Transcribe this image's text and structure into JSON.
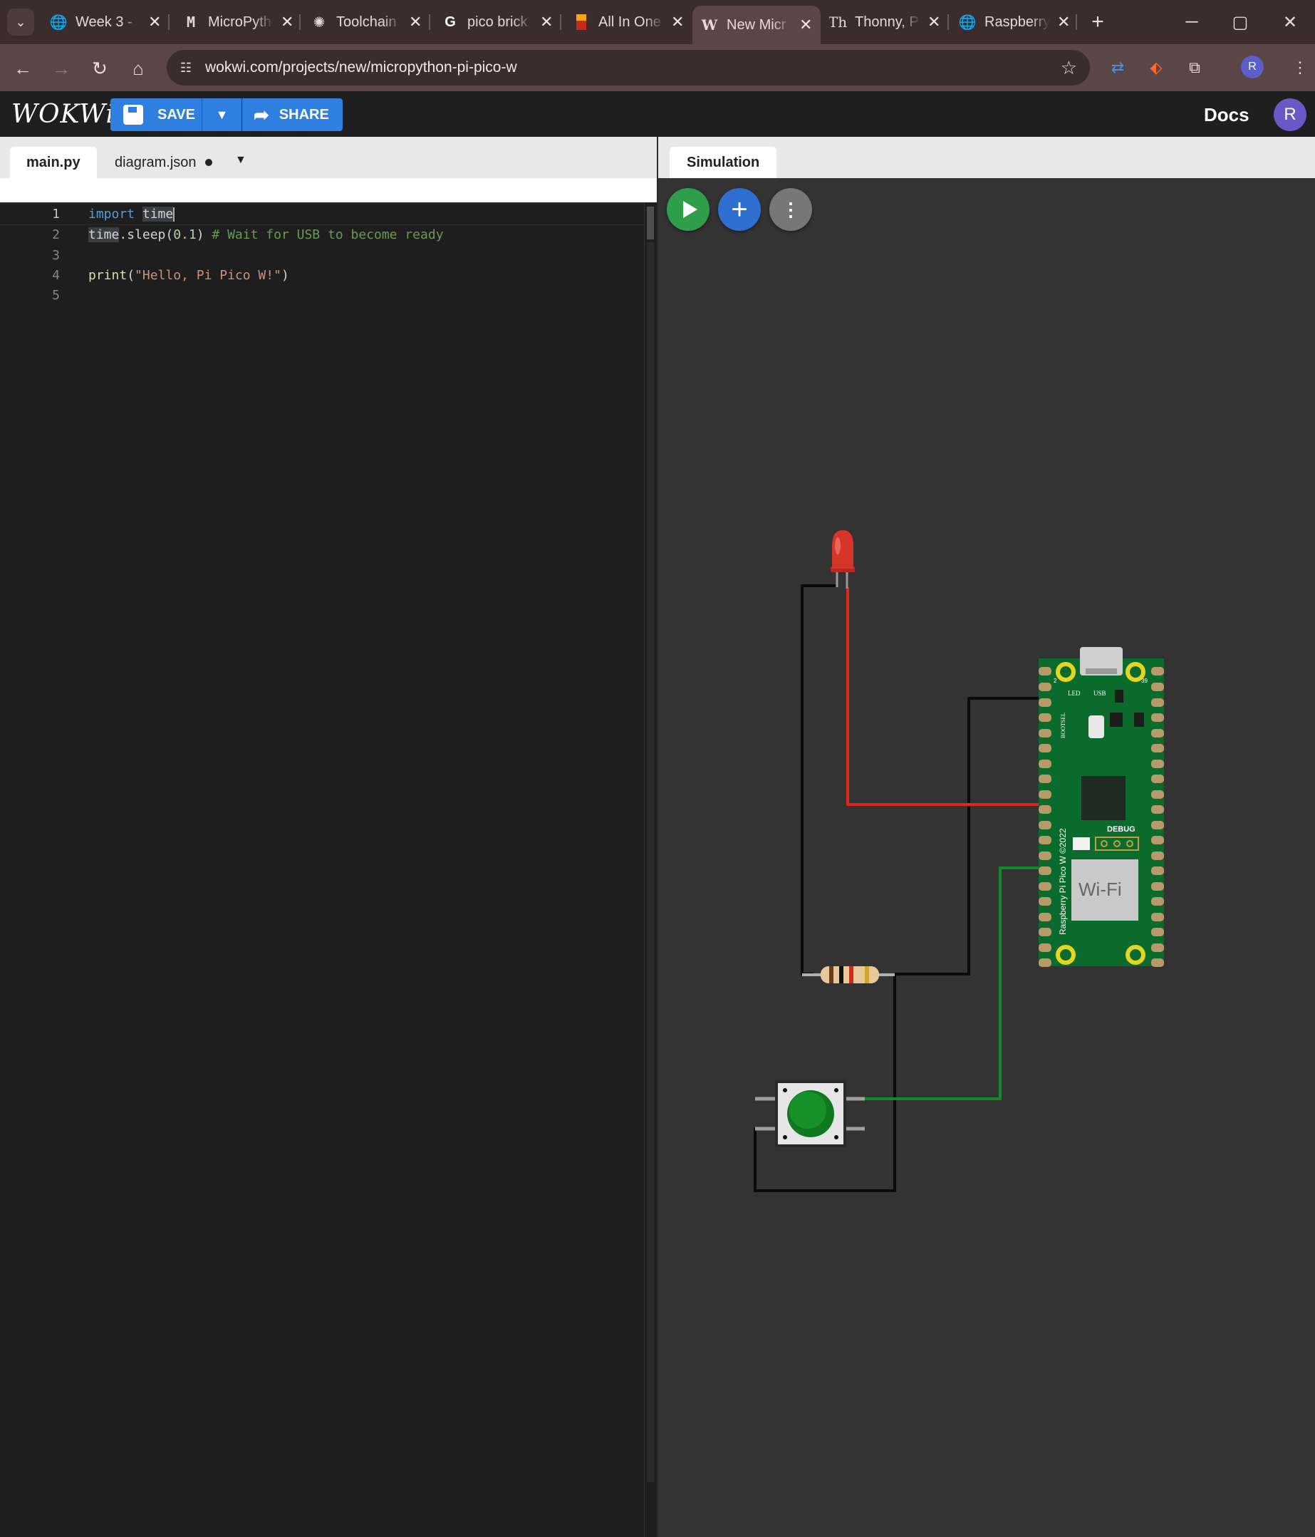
{
  "browser": {
    "tabs": [
      {
        "title": "Week 3 -",
        "icon": "globe-icon"
      },
      {
        "title": "MicroPyth",
        "icon": "micropython-icon"
      },
      {
        "title": "Toolchain",
        "icon": "openai-icon"
      },
      {
        "title": "pico brick",
        "icon": "google-icon"
      },
      {
        "title": "All In One",
        "icon": "bookmark-icon"
      },
      {
        "title": "New Micr",
        "icon": "wokwi-icon"
      },
      {
        "title": "Thonny, P",
        "icon": "thonny-icon"
      },
      {
        "title": "Raspberry",
        "icon": "globe-icon"
      }
    ],
    "active_tab_index": 5,
    "url": "wokwi.com/projects/new/micropython-pi-pico-w",
    "profile_initial": "R"
  },
  "wokwi": {
    "logo": "WOKWi",
    "save_label": "SAVE",
    "share_label": "SHARE",
    "docs_label": "Docs",
    "avatar_initial": "R"
  },
  "editor": {
    "tabs": [
      "main.py",
      "diagram.json"
    ],
    "line_numbers": [
      "1",
      "2",
      "3",
      "4",
      "5"
    ],
    "code": {
      "l1_kw": "import",
      "l1_mod": "time",
      "l2_mod": "time",
      "l2_call": ".sleep(",
      "l2_num": "0.1",
      "l2_close": ")",
      "l2_comment": "# Wait for USB to become ready",
      "l4_fn": "print",
      "l4_open": "(",
      "l4_str": "\"Hello, Pi Pico W!\"",
      "l4_close": ")"
    }
  },
  "simulation": {
    "tab_label": "Simulation",
    "board": {
      "led_label": "LED",
      "usb_label": "USB",
      "bootsel_label": "BOOTSEL",
      "debug_label": "DEBUG",
      "wifi_label": "Wi-Fi",
      "name_label": "Raspberry Pi Pico W ©2022",
      "pin_label_2": "2",
      "pin_label_39": "39"
    },
    "colors": {
      "board": "#0b6b2c",
      "wire_red": "#e0261a",
      "wire_black": "#0a0a0a",
      "wire_green": "#0f8a2a",
      "led": "#d8352a",
      "button": "#10791e"
    }
  }
}
